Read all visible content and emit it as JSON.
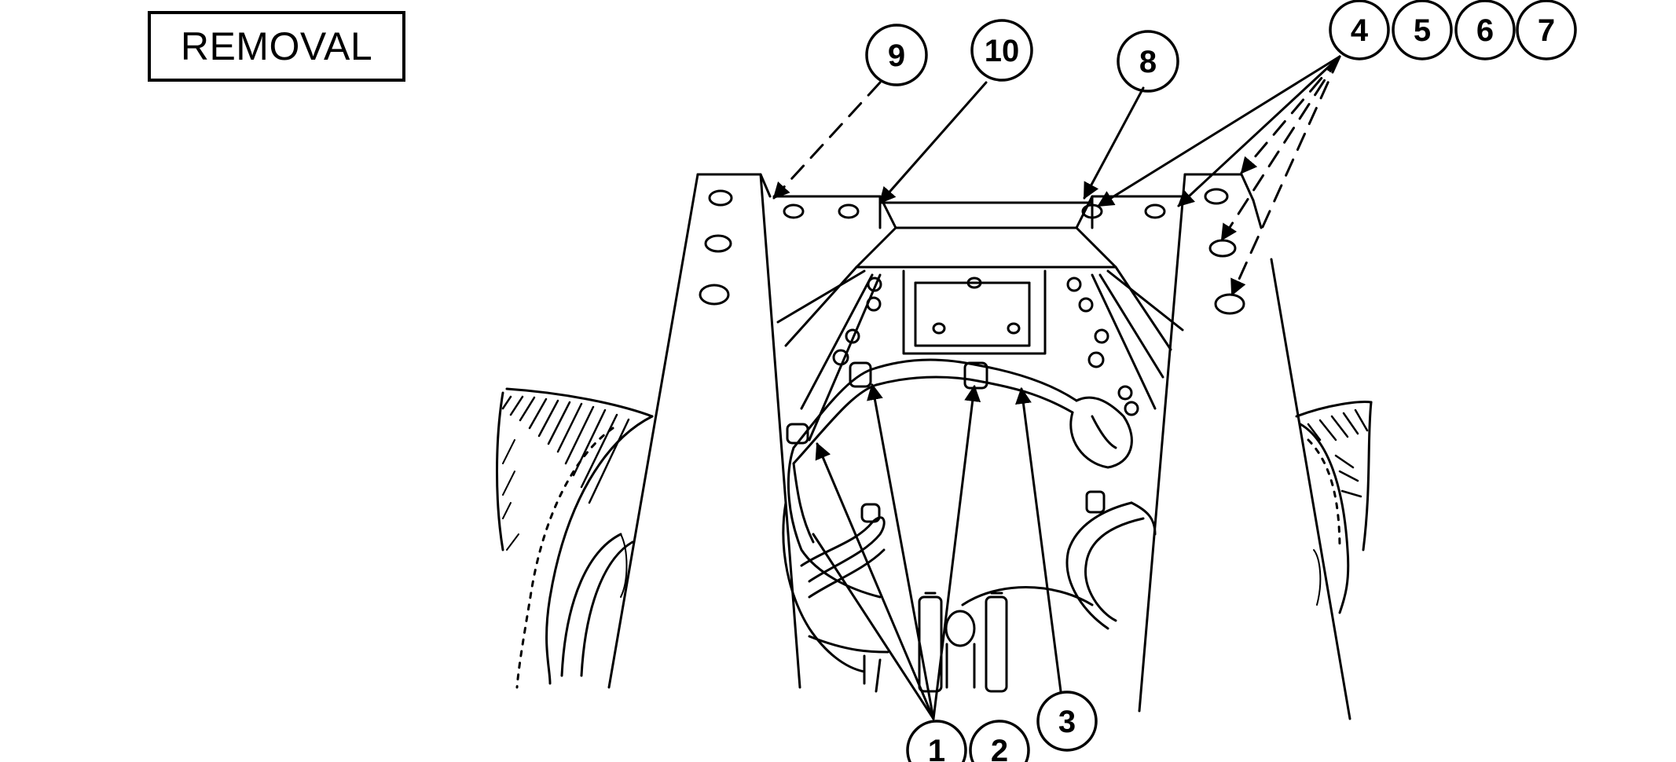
{
  "title": "REMOVAL",
  "callouts": [
    "1",
    "2",
    "3",
    "4",
    "5",
    "6",
    "7",
    "8",
    "9",
    "10"
  ]
}
